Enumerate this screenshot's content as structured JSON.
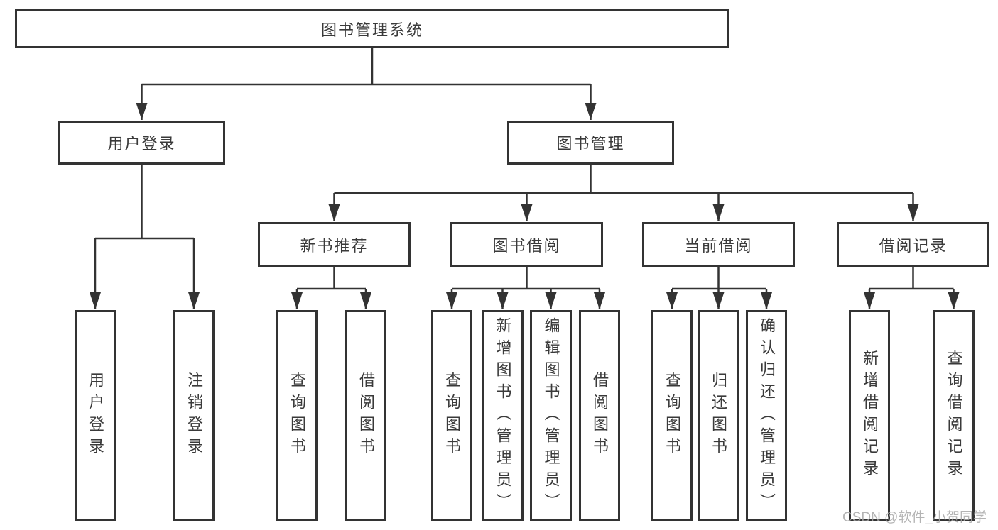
{
  "watermark": "CSDN @软件_小贺同学",
  "colors": {
    "line": "#333333",
    "text": "#3a3a3a",
    "background": "#ffffff",
    "watermark": "#a8a8a8"
  },
  "tree": {
    "root": {
      "label": "图书管理系统"
    },
    "children": [
      {
        "label": "用户登录",
        "children": [
          {
            "label": "用户登录"
          },
          {
            "label": "注销登录"
          }
        ]
      },
      {
        "label": "图书管理",
        "children": [
          {
            "label": "新书推荐",
            "children": [
              {
                "label": "查询图书"
              },
              {
                "label": "借阅图书"
              }
            ]
          },
          {
            "label": "图书借阅",
            "children": [
              {
                "label": "查询图书"
              },
              {
                "label": "新增图书（管理员）"
              },
              {
                "label": "编辑图书（管理员）"
              },
              {
                "label": "借阅图书"
              }
            ]
          },
          {
            "label": "当前借阅",
            "children": [
              {
                "label": "查询图书"
              },
              {
                "label": "归还图书"
              },
              {
                "label": "确认归还（管理员）"
              }
            ]
          },
          {
            "label": "借阅记录",
            "children": [
              {
                "label": "新增借阅记录"
              },
              {
                "label": "查询借阅记录"
              }
            ]
          }
        ]
      }
    ]
  }
}
